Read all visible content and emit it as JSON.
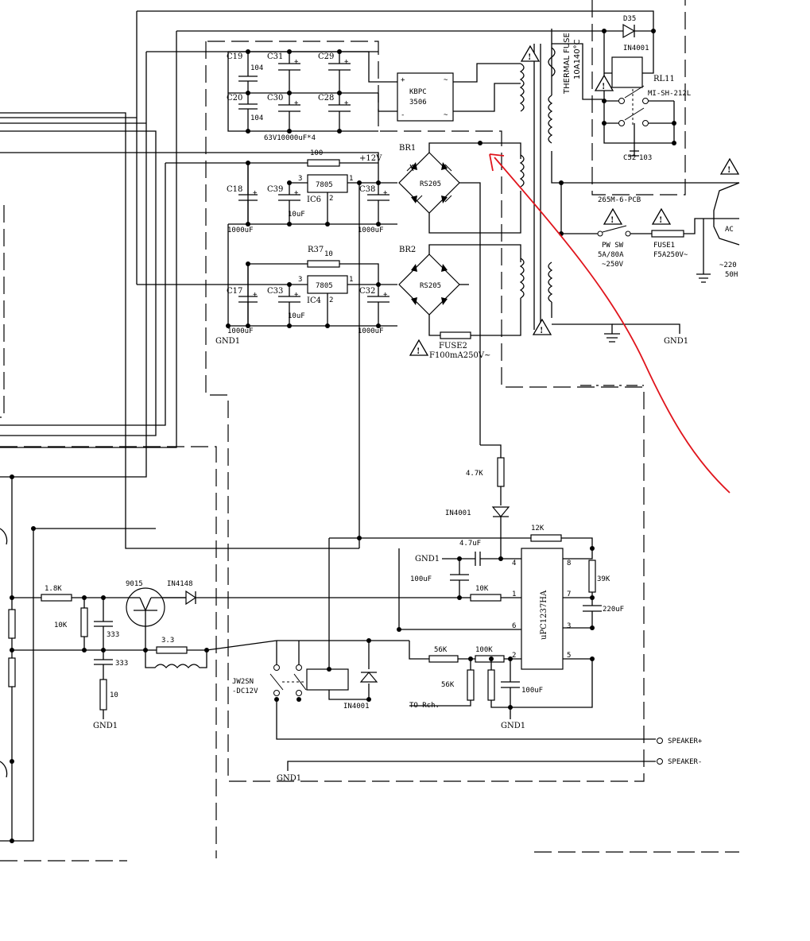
{
  "labels": {
    "c19": "C19",
    "c31": "C31",
    "c29": "C29",
    "c20": "C20",
    "c30": "C30",
    "c28": "C28",
    "v104a": "104",
    "v104b": "104",
    "caps4": "63V10000uF*4",
    "kbpc": "KBPC",
    "kbpc_num": "3506",
    "thermal_fuse": "THERMAL FUSE",
    "thermal_rating": "10A140°C",
    "d35": "D35",
    "in4001_relay": "IN4001",
    "rl11": "RL11",
    "relay_part": "MI-SH-212L",
    "c52": "C52",
    "c52v": "103",
    "r100": "100",
    "plus12v": "+12V",
    "br1": "BR1",
    "rs205a": "RS205",
    "c18": "C18",
    "c39": "C39",
    "ic6": "IC6",
    "c38": "C38",
    "reg_a": "7805",
    "cap10uf_a": "10uF",
    "cap1000_a": "1000uF",
    "cap1000_b": "1000uF",
    "pcb": "265M-6-PCB",
    "pw_sw": "PW SW",
    "pw_rating1": "5A/80A",
    "pw_rating2": "~250V",
    "fuse1": "FUSE1",
    "fuse1_rating": "F5A250V~",
    "ac": "AC",
    "ac_v": "~220",
    "ac_hz": "50H",
    "r37": "R37",
    "r37v": "10",
    "br2": "BR2",
    "rs205b": "RS205",
    "c17": "C17",
    "c33": "C33",
    "ic4": "IC4",
    "c32": "C32",
    "reg_b": "7805",
    "cap10uf_b": "10uF",
    "cap1000_c": "1000uF",
    "cap1000_d": "1000uF",
    "gnd_main": "GND1",
    "gnd_right": "GND1",
    "fuse2": "FUSE2",
    "fuse2_rating": "F100mA250V~",
    "r47k": "4.7K",
    "in4001_b": "IN4001",
    "r12k": "12K",
    "gnd_prot": "GND1",
    "c47uf": "4.7uF",
    "c100uf_a": "100uF",
    "r10k_b": "10K",
    "r39k": "39K",
    "c220uf": "220uF",
    "ic_prot": "uPC1237HA",
    "pin4": "4",
    "pin8": "8",
    "pin1": "1",
    "pin7": "7",
    "pin6": "6",
    "pin3": "3",
    "pin2": "2",
    "pin5": "5",
    "r18k": "1.8K",
    "q9015": "9015",
    "in4148": "IN4148",
    "r10k_a": "10K",
    "c333a": "333",
    "r33": "3.3",
    "c333b": "333",
    "r10": "10",
    "gnd_left": "GND1",
    "jw2sn": "JW2SN",
    "dc12v": "-DC12V",
    "in4001_c": "IN4001",
    "r56k_a": "56K",
    "r100k": "100K",
    "r56k_b": "56K",
    "c100uf_b": "100uF",
    "to_rch": "TO Rch.",
    "gnd_bot": "GND1",
    "speaker_pos": "SPEAKER+",
    "speaker_neg": "SPEAKER-",
    "gnd_spk": "GND1",
    "pin3a": "3",
    "pin1a": "1",
    "pin2a": "2",
    "pin3b": "3",
    "pin1b": "1",
    "pin2b": "2"
  },
  "colors": {
    "annotation": "#e0141c",
    "ink": "#000000"
  }
}
